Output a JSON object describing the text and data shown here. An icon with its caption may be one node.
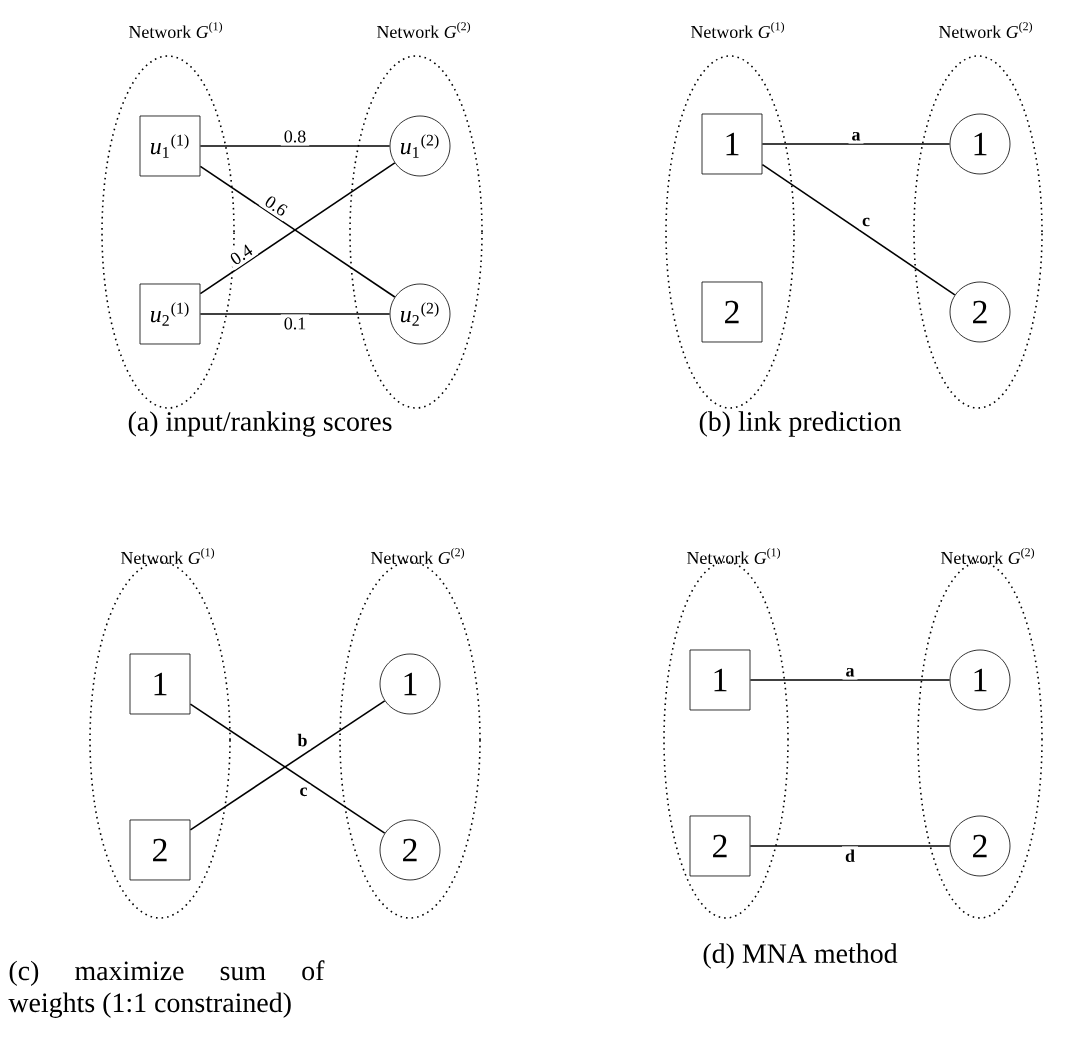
{
  "diagram": {
    "nodes": [
      {
        "text": [
          "Network *G*$^{(1)}$"
        ]
      },
      {
        "text": [
          "Network *G*$^{(2)}$"
        ]
      },
      {
        "text": [
          "*u*$_{1}$$^{(1)}$"
        ],
        "in": 0
      },
      {
        "text": [
          "*u*$_{2}$$^{(1)}$"
        ],
        "in": 0
      },
      {
        "text": [
          "*u*$_{1}$$^{(2)}$"
        ],
        "in": 1
      },
      {
        "text": [
          "*u*$_{2}$$^{(2)}$"
        ],
        "in": 1
      },
      {
        "text": [
          "Network *G*$^{(1)}$"
        ]
      },
      {
        "text": [
          "Network *G*$^{(2)}$"
        ]
      },
      {
        "text": [
          "1"
        ],
        "in": 6
      },
      {
        "text": [
          "2"
        ],
        "in": 6
      },
      {
        "text": [
          "1"
        ],
        "in": 7
      },
      {
        "text": [
          "2"
        ],
        "in": 7
      },
      {
        "text": [
          "Network *G*$^{(1)}$"
        ]
      },
      {
        "text": [
          "Network *G*$^{(2)}$"
        ]
      },
      {
        "text": [
          "1"
        ],
        "in": 12
      },
      {
        "text": [
          "2"
        ],
        "in": 12
      },
      {
        "text": [
          "1"
        ],
        "in": 13
      },
      {
        "text": [
          "2"
        ],
        "in": 13
      },
      {
        "text": [
          "Network *G*$^{(1)}$"
        ]
      },
      {
        "text": [
          "Network *G*$^{(2)}$"
        ]
      },
      {
        "text": [
          "1"
        ],
        "in": 18
      },
      {
        "text": [
          "2"
        ],
        "in": 18
      },
      {
        "text": [
          "1"
        ],
        "in": 19
      },
      {
        "text": [
          "2"
        ],
        "in": 19
      }
    ],
    "edges": [
      {
        "from": 2,
        "to": 4,
        "arrow": "none",
        "label": "0.8"
      },
      {
        "from": 2,
        "to": 5,
        "arrow": "none",
        "label": "0.6"
      },
      {
        "from": 3,
        "to": 4,
        "arrow": "none",
        "label": "0.4"
      },
      {
        "from": 3,
        "to": 5,
        "arrow": "none",
        "label": "0.1"
      },
      {
        "from": 8,
        "to": 10,
        "arrow": "none",
        "label": "a"
      },
      {
        "from": 8,
        "to": 11,
        "arrow": "none",
        "label": "c"
      },
      {
        "from": 14,
        "to": 17,
        "arrow": "none",
        "label": "c"
      },
      {
        "from": 15,
        "to": 16,
        "arrow": "none",
        "label": "b"
      },
      {
        "from": 20,
        "to": 22,
        "arrow": "none",
        "label": "a"
      },
      {
        "from": 21,
        "to": 23,
        "arrow": "none",
        "label": "d"
      }
    ],
    "labels": [
      "(a) input/ranking scores",
      "(b) link prediction",
      "(c) maximize sum of weights (1:1 constrained)",
      "(d) MNA method"
    ]
  }
}
